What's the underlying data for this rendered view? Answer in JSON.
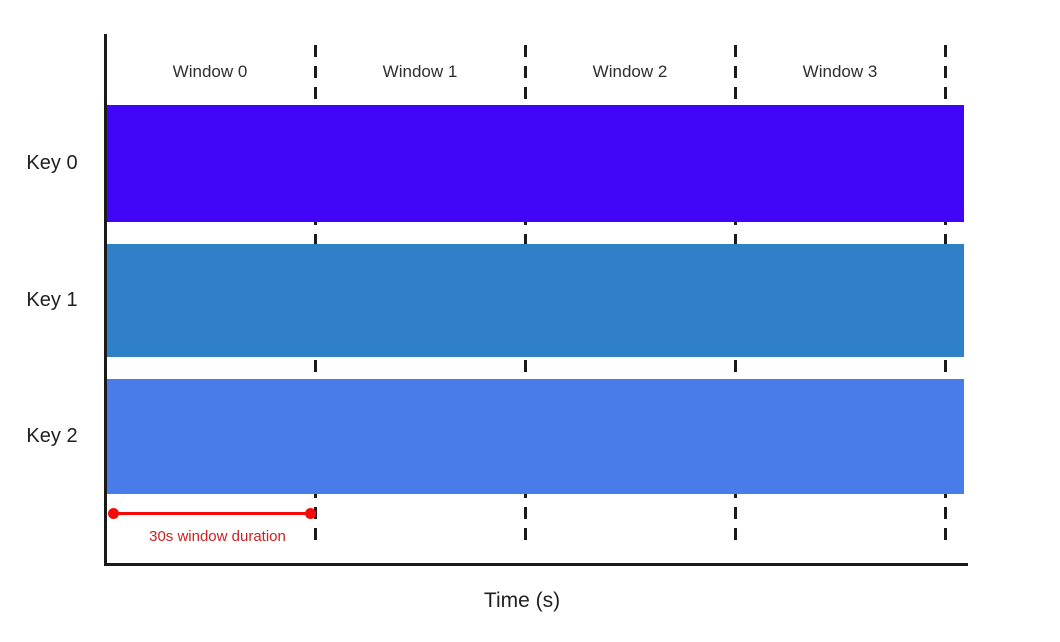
{
  "diagram": {
    "background": "#FFFFFF",
    "axis_color": "#1A1A1A",
    "boundary_line_color": "#1A1A1A",
    "windows": [
      {
        "label": "Window 0"
      },
      {
        "label": "Window 1"
      },
      {
        "label": "Window 2"
      },
      {
        "label": "Window 3"
      }
    ],
    "keys": [
      {
        "label": "Key 0",
        "color": "#4005F6"
      },
      {
        "label": "Key 1",
        "color": "#2F80C6"
      },
      {
        "label": "Key 2",
        "color": "#4A7CE9"
      }
    ],
    "annotation": {
      "label": "30s window duration",
      "line_color": "#F50A0A",
      "text_color": "#CC2222"
    },
    "x_axis_label": "Time (s)"
  }
}
